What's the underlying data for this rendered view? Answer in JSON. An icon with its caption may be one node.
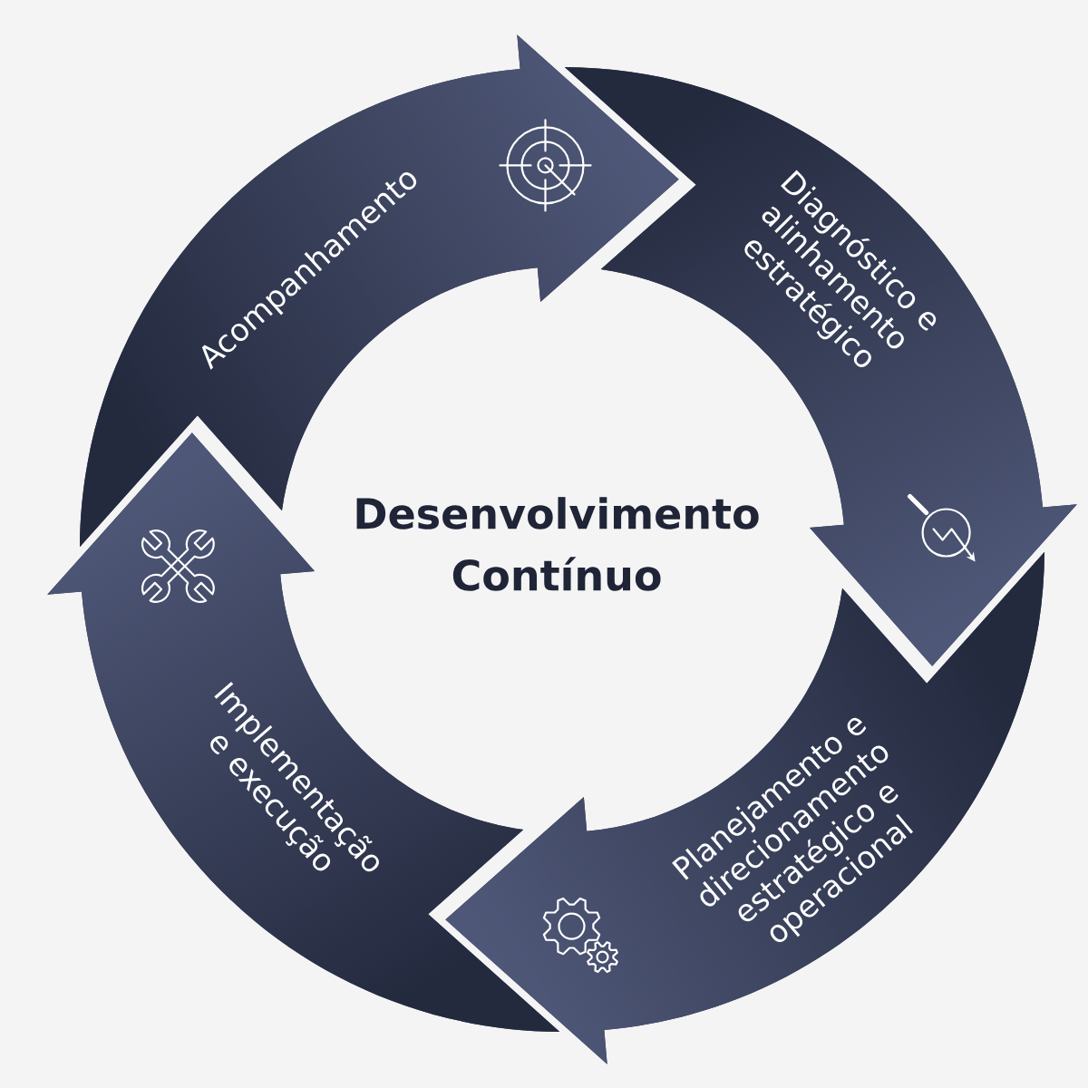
{
  "diagram": {
    "title": "Desenvolvimento Contínuo",
    "nodes": [
      {
        "text": [
          "Acompanhamento"
        ]
      },
      {
        "text": [
          "Diagnóstico e alinhamento estratégico"
        ]
      },
      {
        "text": [
          "Planejamento e direcionamento estratégico e operacional"
        ]
      },
      {
        "text": [
          "Implementação e execução"
        ]
      }
    ]
  }
}
